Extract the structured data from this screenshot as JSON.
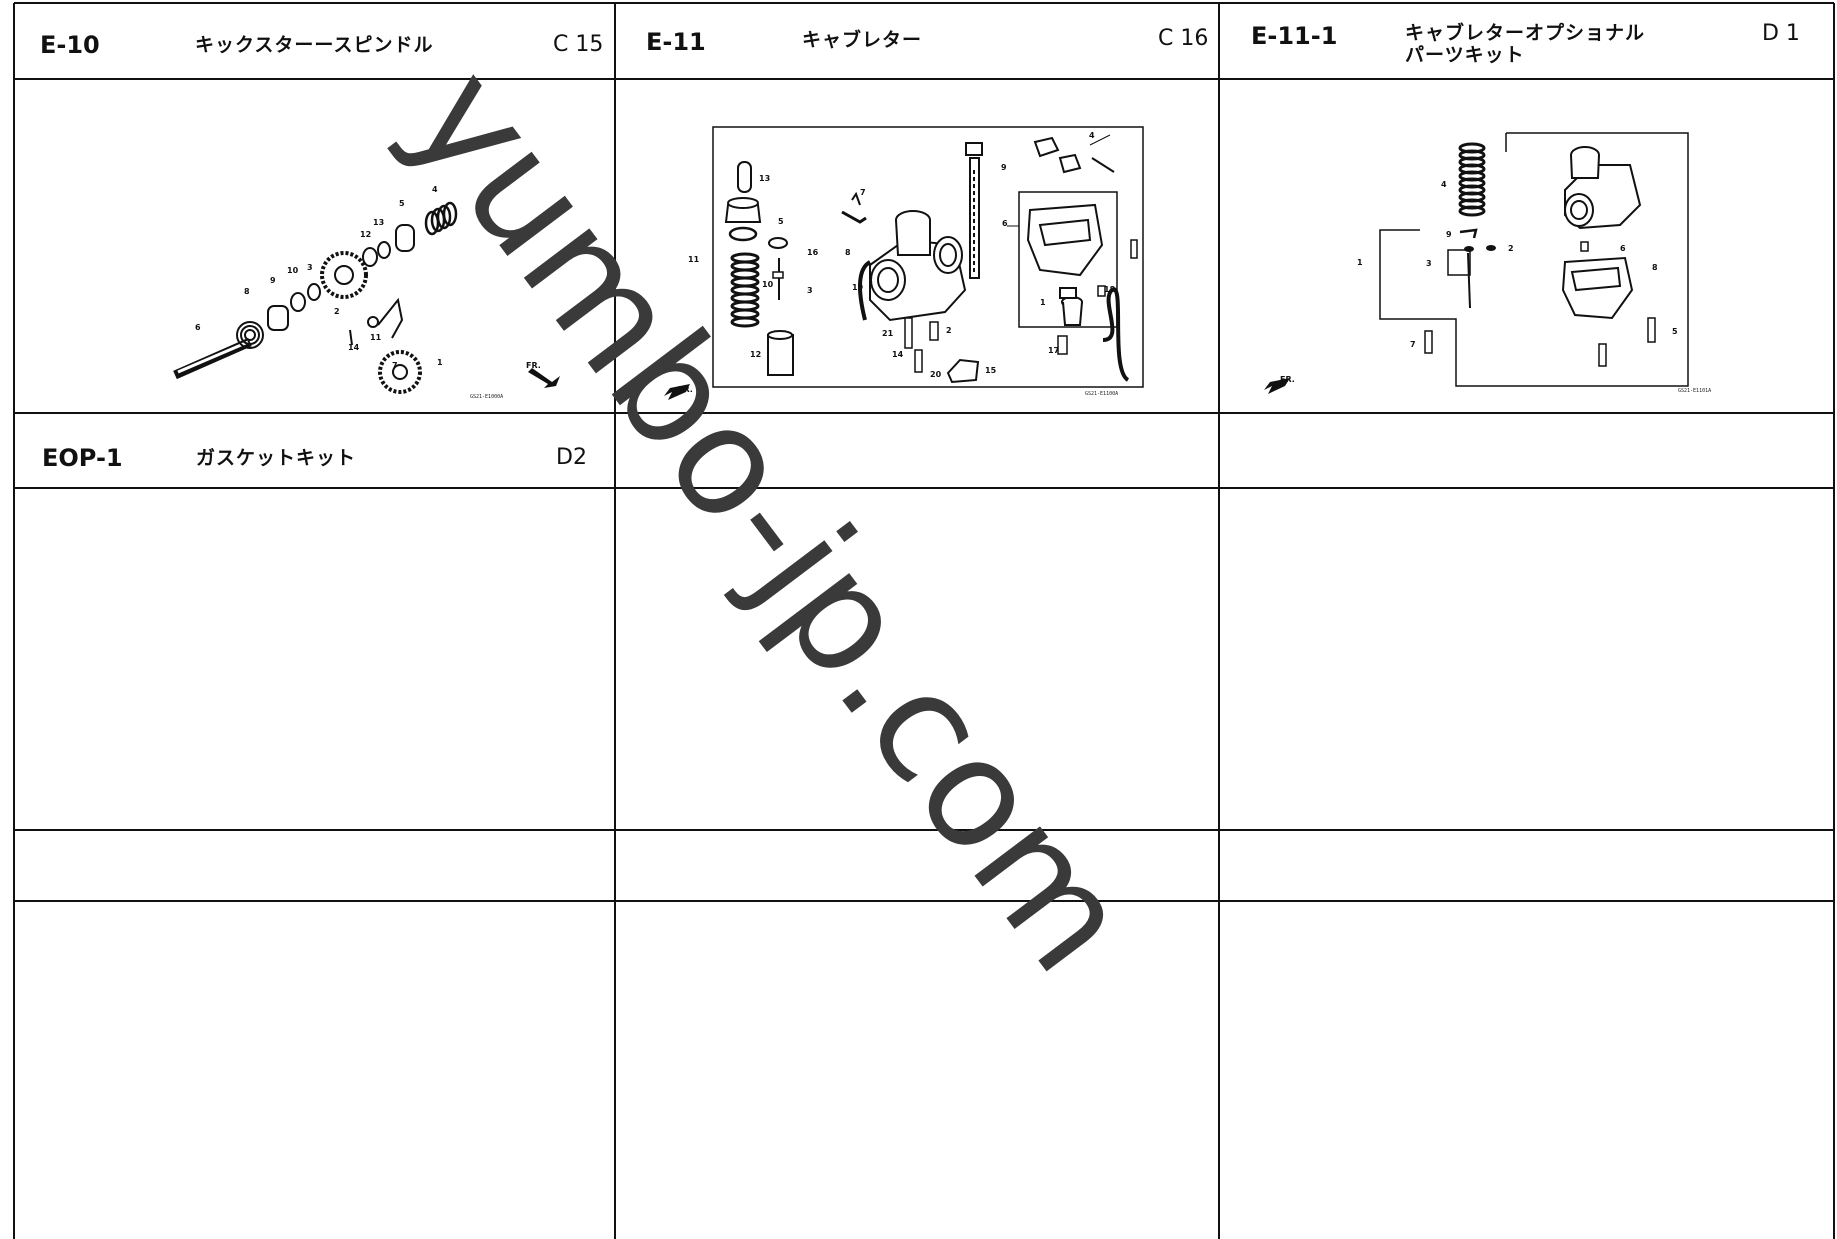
{
  "sections": [
    {
      "code": "E-10",
      "title": "キックスターースピンドル",
      "ref": "C 15",
      "figure_id": "GS21-E1000A"
    },
    {
      "code": "E-11",
      "title": "キャブレター",
      "ref": "C 16",
      "figure_id": "GS21-E1100A"
    },
    {
      "code": "E-11-1",
      "title_line1": "キャブレターオプショナル",
      "title_line2": "パーツキット",
      "ref": "D 1",
      "figure_id": "GS21-E1101A"
    },
    {
      "code": "EOP-1",
      "title": "ガスケットキット",
      "ref": "D2"
    }
  ],
  "callouts": {
    "e10": [
      "1",
      "2",
      "3",
      "4",
      "5",
      "6",
      "7",
      "8",
      "9",
      "10",
      "11",
      "12",
      "13",
      "14"
    ],
    "e11": [
      "1",
      "2",
      "3",
      "4",
      "5",
      "6",
      "7",
      "8",
      "9",
      "10",
      "11",
      "12",
      "13",
      "14",
      "15",
      "16",
      "17",
      "18",
      "19",
      "20",
      "21"
    ],
    "e111": [
      "1",
      "2",
      "3",
      "4",
      "5",
      "6",
      "7",
      "8",
      "9"
    ]
  },
  "fr_label": "FR.",
  "watermark": "yumbo-jp.com"
}
